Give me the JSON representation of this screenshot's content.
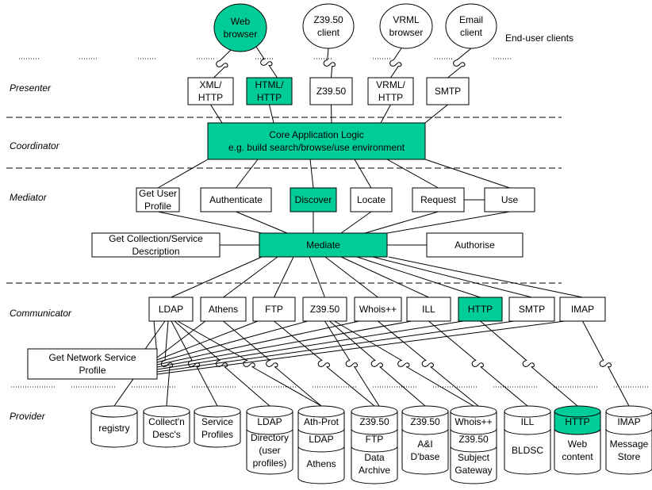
{
  "colors": {
    "highlight": "#00cc99",
    "plain": "#ffffff",
    "stroke": "#000000"
  },
  "layers": {
    "presenter": "Presenter",
    "coordinator": "Coordinator",
    "mediator": "Mediator",
    "communicator": "Communicator",
    "provider": "Provider"
  },
  "clients_caption": "End-user clients",
  "clients": [
    {
      "id": "web",
      "lines": [
        "Web",
        "browser"
      ],
      "highlight": true
    },
    {
      "id": "z3950",
      "lines": [
        "Z39.50",
        "client"
      ],
      "highlight": false
    },
    {
      "id": "vrml",
      "lines": [
        "VRML",
        "browser"
      ],
      "highlight": false
    },
    {
      "id": "email",
      "lines": [
        "Email",
        "client"
      ],
      "highlight": false
    }
  ],
  "presenter": [
    {
      "id": "xml-http",
      "lines": [
        "XML/",
        "HTTP"
      ],
      "highlight": false
    },
    {
      "id": "html-http",
      "lines": [
        "HTML/",
        "HTTP"
      ],
      "highlight": true
    },
    {
      "id": "z3950",
      "lines": [
        "Z39.50"
      ],
      "highlight": false
    },
    {
      "id": "vrml-http",
      "lines": [
        "VRML/",
        "HTTP"
      ],
      "highlight": false
    },
    {
      "id": "smtp",
      "lines": [
        "SMTP"
      ],
      "highlight": false
    }
  ],
  "core": {
    "lines": [
      "Core Application Logic",
      "e.g. build search/browse/use environment"
    ]
  },
  "mediator": [
    {
      "id": "get-user-profile",
      "lines": [
        "Get User",
        "Profile"
      ],
      "highlight": false
    },
    {
      "id": "authenticate",
      "lines": [
        "Authenticate"
      ],
      "highlight": false
    },
    {
      "id": "discover",
      "lines": [
        "Discover"
      ],
      "highlight": true
    },
    {
      "id": "locate",
      "lines": [
        "Locate"
      ],
      "highlight": false
    },
    {
      "id": "request",
      "lines": [
        "Request"
      ],
      "highlight": false
    },
    {
      "id": "use",
      "lines": [
        "Use"
      ],
      "highlight": false
    }
  ],
  "get_collection": {
    "lines": [
      "Get Collection/Service",
      "Description"
    ]
  },
  "mediate": {
    "lines": [
      "Mediate"
    ]
  },
  "authorise": {
    "lines": [
      "Authorise"
    ]
  },
  "communicator": [
    {
      "id": "ldap",
      "lines": [
        "LDAP"
      ],
      "highlight": false
    },
    {
      "id": "athens",
      "lines": [
        "Athens"
      ],
      "highlight": false
    },
    {
      "id": "ftp",
      "lines": [
        "FTP"
      ],
      "highlight": false
    },
    {
      "id": "z3950",
      "lines": [
        "Z39.50"
      ],
      "highlight": false
    },
    {
      "id": "whois",
      "lines": [
        "Whois++"
      ],
      "highlight": false
    },
    {
      "id": "ill",
      "lines": [
        "ILL"
      ],
      "highlight": false
    },
    {
      "id": "http",
      "lines": [
        "HTTP"
      ],
      "highlight": true
    },
    {
      "id": "smtp",
      "lines": [
        "SMTP"
      ],
      "highlight": false
    },
    {
      "id": "imap",
      "lines": [
        "IMAP"
      ],
      "highlight": false
    }
  ],
  "get_network": {
    "lines": [
      "Get Network Service",
      "Profile"
    ]
  },
  "providers": [
    {
      "id": "registry",
      "sections": [
        {
          "lines": [
            "registry"
          ]
        }
      ],
      "highlight": false
    },
    {
      "id": "collection-desc",
      "sections": [
        {
          "lines": [
            "Collect'n",
            "Desc's"
          ]
        }
      ],
      "highlight": false
    },
    {
      "id": "service-profiles",
      "sections": [
        {
          "lines": [
            "Service",
            "Profiles"
          ]
        }
      ],
      "highlight": false
    },
    {
      "id": "ldap-directory",
      "sections": [
        {
          "lines": [
            "LDAP"
          ]
        },
        {
          "lines": [
            "Directory",
            "(user",
            "profiles)"
          ]
        }
      ],
      "highlight": false
    },
    {
      "id": "athens",
      "sections": [
        {
          "lines": [
            "Ath-Prot"
          ]
        },
        {
          "lines": [
            "LDAP"
          ]
        },
        {
          "lines": [
            "Athens"
          ]
        }
      ],
      "highlight": false
    },
    {
      "id": "data-archive",
      "sections": [
        {
          "lines": [
            "Z39.50"
          ]
        },
        {
          "lines": [
            "FTP"
          ]
        },
        {
          "lines": [
            "Data",
            "Archive"
          ]
        }
      ],
      "highlight": false
    },
    {
      "id": "ai-dbase",
      "sections": [
        {
          "lines": [
            "Z39.50"
          ]
        },
        {
          "lines": [
            "A&I",
            "D'base"
          ]
        }
      ],
      "highlight": false
    },
    {
      "id": "subject-gateway",
      "sections": [
        {
          "lines": [
            "Whois++"
          ]
        },
        {
          "lines": [
            "Z39.50"
          ]
        },
        {
          "lines": [
            "Subject",
            "Gateway"
          ]
        }
      ],
      "highlight": false
    },
    {
      "id": "bldsc",
      "sections": [
        {
          "lines": [
            "ILL"
          ]
        },
        {
          "lines": [
            "BLDSC"
          ]
        }
      ],
      "highlight": false
    },
    {
      "id": "web-content",
      "sections": [
        {
          "lines": [
            "HTTP"
          ]
        },
        {
          "lines": [
            "Web",
            "content"
          ]
        }
      ],
      "highlight": true
    },
    {
      "id": "message-store",
      "sections": [
        {
          "lines": [
            "IMAP"
          ]
        },
        {
          "lines": [
            "Message",
            "Store"
          ]
        }
      ],
      "highlight": false
    }
  ]
}
